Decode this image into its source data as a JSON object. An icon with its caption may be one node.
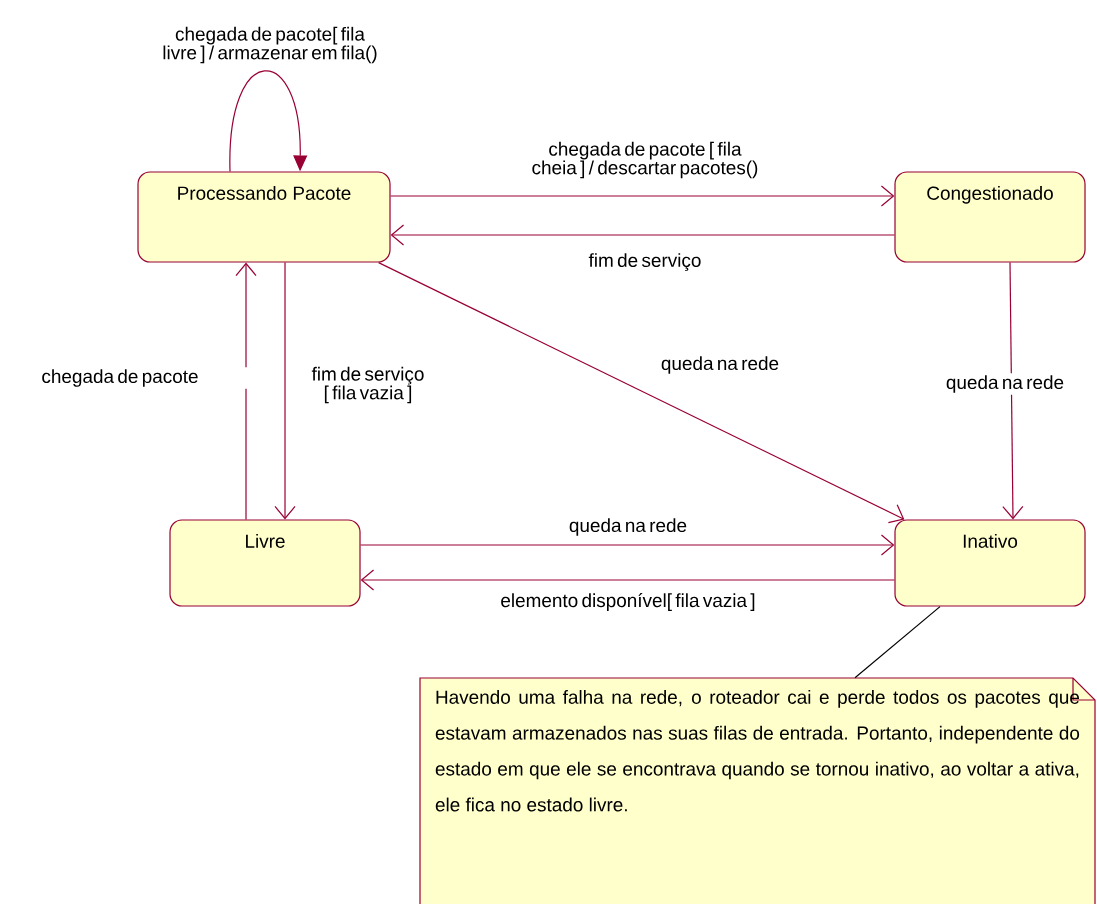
{
  "diagram": {
    "nodes": [
      {
        "text": [
          "Processando Pacote"
        ]
      },
      {
        "text": [
          "Congestionado"
        ]
      },
      {
        "text": [
          "Livre"
        ]
      },
      {
        "text": [
          "Inativo"
        ]
      },
      {
        "text": [
          "Havendo uma falha na rede, o roteador cai e perde todos os pacotes que estavam armazenados nas suas filas de entrada. Portanto, independente do estado em que ele se encontrava quando se tornou inativo, ao voltar a ativa, ele fica no estado livre."
        ]
      }
    ],
    "edges": [
      {
        "from": 0,
        "to": 0,
        "arrow": "to",
        "label": "chegada de pacote[ fila livre ] / armazenar em fila()"
      },
      {
        "from": 0,
        "to": 1,
        "arrow": "to",
        "label": "chegada de pacote [ fila cheia ] / descartar pacotes()"
      },
      {
        "from": 1,
        "to": 0,
        "arrow": "to",
        "label": "fim de serviço"
      },
      {
        "from": 0,
        "to": 2,
        "arrow": "to",
        "label": "fim de serviço [ fila vazia ]"
      },
      {
        "from": 2,
        "to": 0,
        "arrow": "to",
        "label": "chegada de pacote"
      },
      {
        "from": 0,
        "to": 3,
        "arrow": "to",
        "label": "queda na rede"
      },
      {
        "from": 1,
        "to": 3,
        "arrow": "to",
        "label": "queda na rede"
      },
      {
        "from": 2,
        "to": 3,
        "arrow": "to",
        "label": "queda na rede"
      },
      {
        "from": 3,
        "to": 2,
        "arrow": "to",
        "label": "elemento disponível[ fila vazia ]"
      },
      {
        "from": 4,
        "to": 3,
        "arrow": "none",
        "color": "#000000"
      }
    ]
  }
}
